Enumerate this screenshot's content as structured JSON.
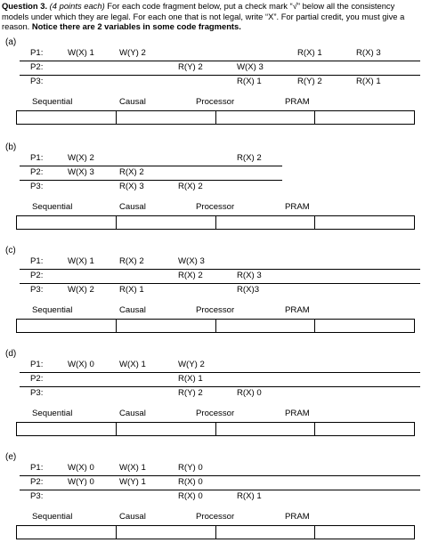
{
  "header": {
    "q_label": "Question 3.",
    "points": "(4 points each)",
    "text1": " For each code fragment below, put a check mark “√” below all the consistency models under which they are legal. For each one that is not legal, write “X”. For partial credit, you must give a reason. ",
    "bold_note": "Notice there are 2 variables in some code fragments."
  },
  "model_headers": [
    "Sequential",
    "Causal",
    "Processor",
    "PRAM"
  ],
  "sections": [
    {
      "label": "(a)",
      "rows": [
        {
          "proc": "P1:",
          "ops": [
            {
              "col": 0,
              "text": "W(X) 1"
            },
            {
              "col": 1,
              "text": "W(Y) 2"
            },
            {
              "col": 5,
              "text": "R(X) 1"
            },
            {
              "col": 6,
              "text": "R(X) 3"
            }
          ]
        },
        {
          "proc": "P2:",
          "ops": [
            {
              "col": 2,
              "text": "R(Y) 2"
            },
            {
              "col": 3,
              "text": "W(X) 3"
            }
          ]
        },
        {
          "proc": "P3:",
          "ops": [
            {
              "col": 4,
              "text": "R(X) 1"
            },
            {
              "col": 5,
              "text": "R(Y) 2"
            },
            {
              "col": 6,
              "text": "R(X) 1"
            }
          ]
        }
      ]
    },
    {
      "label": "(b)",
      "rows": [
        {
          "proc": "P1:",
          "ops": [
            {
              "col": 0,
              "text": "W(X) 2"
            },
            {
              "col": 4,
              "text": "R(X) 2"
            }
          ]
        },
        {
          "proc": "P2:",
          "ops": [
            {
              "col": 0,
              "text": "W(X) 3"
            },
            {
              "col": 1,
              "text": "R(X) 2"
            }
          ]
        },
        {
          "proc": "P3:",
          "ops": [
            {
              "col": 1,
              "text": "R(X) 3"
            },
            {
              "col": 2,
              "text": "R(X) 2"
            }
          ]
        }
      ]
    },
    {
      "label": "(c)",
      "rows": [
        {
          "proc": "P1:",
          "ops": [
            {
              "col": 0,
              "text": "W(X) 1"
            },
            {
              "col": 1,
              "text": "R(X) 2"
            },
            {
              "col": 2,
              "text": "W(X) 3"
            }
          ]
        },
        {
          "proc": "P2:",
          "ops": [
            {
              "col": 2,
              "text": "R(X) 2"
            },
            {
              "col": 4,
              "text": "R(X) 3"
            }
          ]
        },
        {
          "proc": "P3:",
          "ops": [
            {
              "col": 0,
              "text": "W(X) 2"
            },
            {
              "col": 1,
              "text": "R(X) 1"
            },
            {
              "col": 4,
              "text": "R(X)3"
            }
          ]
        }
      ]
    },
    {
      "label": "(d)",
      "rows": [
        {
          "proc": "P1:",
          "ops": [
            {
              "col": 0,
              "text": "W(X) 0"
            },
            {
              "col": 1,
              "text": "W(X) 1"
            },
            {
              "col": 2,
              "text": "W(Y) 2"
            }
          ]
        },
        {
          "proc": "P2:",
          "ops": [
            {
              "col": 2,
              "text": "R(X) 1"
            }
          ]
        },
        {
          "proc": "P3:",
          "ops": [
            {
              "col": 2,
              "text": "R(Y) 2"
            },
            {
              "col": 3,
              "text": "R(X) 0"
            }
          ]
        }
      ]
    },
    {
      "label": "(e)",
      "rows": [
        {
          "proc": "P1:",
          "ops": [
            {
              "col": 0,
              "text": "W(X) 0"
            },
            {
              "col": 1,
              "text": "W(X) 1"
            },
            {
              "col": 2,
              "text": "R(Y) 0"
            }
          ]
        },
        {
          "proc": "P2:",
          "ops": [
            {
              "col": 0,
              "text": "W(Y) 0"
            },
            {
              "col": 1,
              "text": "W(Y) 1"
            },
            {
              "col": 2,
              "text": "R(X) 0"
            }
          ]
        },
        {
          "proc": "P3:",
          "ops": [
            {
              "col": 2,
              "text": "R(X) 0"
            },
            {
              "col": 3,
              "text": "R(X) 1"
            }
          ]
        }
      ]
    }
  ]
}
